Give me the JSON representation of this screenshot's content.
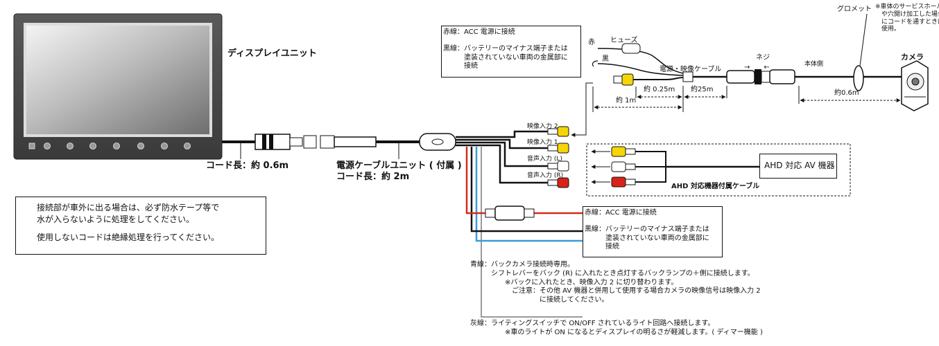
{
  "display": {
    "name": "ディスプレイユニット",
    "cord_length": "コード長：約 0.6m"
  },
  "power_unit": {
    "name": "電源ケーブルユニット ( 付属 )",
    "cord_length": "コード長：約 2m"
  },
  "inputs": {
    "video2": "映像入力 2",
    "video1": "映像入力 1",
    "audio_l": "音声入力 (L)",
    "audio_r": "音声入力 (R)"
  },
  "top_note": {
    "red": "赤線：ACC 電源に接続",
    "black": "黒線：バッテリーのマイナス端子または\n　　　塗装されていない車両の金属部に\n　　　接続"
  },
  "camera_side": {
    "red": "赤",
    "black": "黒",
    "fuse": "ヒューズ",
    "power_video_cable": "電源・映像ケーブル",
    "screw": "ネジ",
    "arrows": "→　　←",
    "body_side": "本体側",
    "grommet": "グロメット",
    "grommet_note": "※車体のサービスホール\n　や穴開け加工した場合\n　にコードを通すときに\n　使用。",
    "camera": "カメラ",
    "len_025": "約 0.25m",
    "len_25": "約25m",
    "len_1": "約 1m",
    "len_06": "約0.6m"
  },
  "ahd": {
    "device": "AHD 対応 AV 機器",
    "cable": "AHD 対応機器付属ケーブル"
  },
  "mid_note": {
    "red": "赤線：ACC 電源に接続",
    "black": "黒線：バッテリーのマイナス端子または\n　　　塗装されていない車両の金属部に\n　　　接続"
  },
  "notices": [
    "接続部が車外に出る場合は、必ず防水テープ等で\n水が入らないように処理をしてください。",
    "使用しないコードは絶縁処理を行ってください。"
  ],
  "blue_note": "青線：バックカメラ接続時専用。\n　　　シフトレバーをバック (R) に入れたとき点灯するバックランプの＋側に接続します。\n　　　　　※バックに入れたとき、映像入力 2 に切り替わります。\n　　　　　　ご注意：その他 AV 機器と併用して使用する場合カメラの映像信号は映像入力 2\n　　　　　　　　　　に接続してください。",
  "gray_note": "灰線：ライティングスイッチで ON/OFF されているライト回路へ接続します。\n　　　　　※車のライトが ON になるとディスプレイの明るさが軽減します。( ディマー機能 )",
  "colors": {
    "red_wire": "#d42a1e",
    "blue_wire": "#3a9bd8",
    "gray_wire": "#9a9a9a",
    "yellow_plug": "#f5d50a",
    "red_plug": "#d8231a"
  }
}
